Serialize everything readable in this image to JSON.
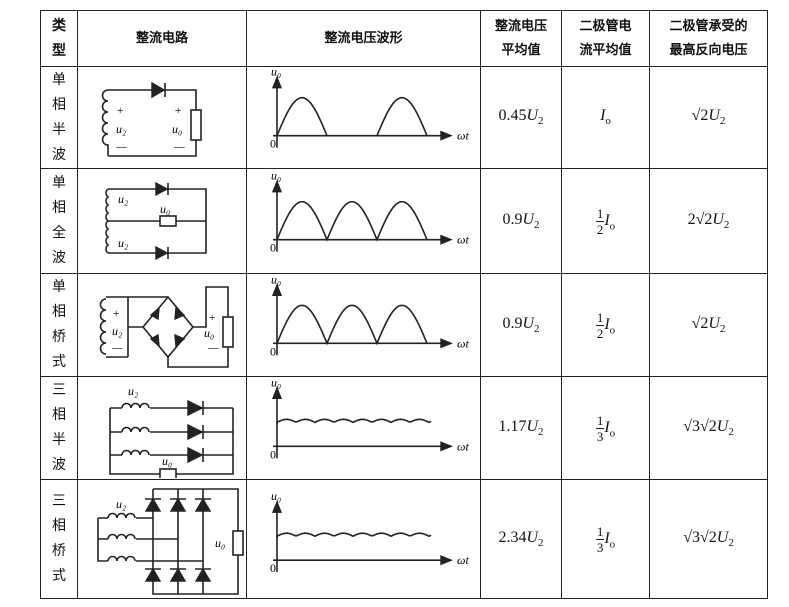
{
  "header": {
    "type": "类型",
    "circuit": "整流电路",
    "waveform": "整流电压波形",
    "avg_voltage": [
      "整流电压",
      "平均值"
    ],
    "diode_current": [
      "二极管电",
      "流平均值"
    ],
    "max_reverse": [
      "二极管承受的",
      "最高反向电压"
    ]
  },
  "waveform_labels": {
    "y": "u₀",
    "x": "ωt",
    "origin": "0"
  },
  "circuit_labels": {
    "u2": "u₂",
    "u0": "u₀",
    "plus": "+",
    "minus": "—"
  },
  "rows": [
    {
      "type": "单相半波",
      "waveform": "half-wave",
      "avg": {
        "coef": "0.45",
        "var": "U",
        "sub": "2"
      },
      "current": {
        "num": "",
        "den": "",
        "var": "I",
        "sub": "o"
      },
      "reverse": {
        "root3": "",
        "coef": "",
        "sub": "2"
      }
    },
    {
      "type": "单相全波",
      "waveform": "full-wave",
      "avg": {
        "coef": "0.9",
        "var": "U",
        "sub": "2"
      },
      "current": {
        "num": "1",
        "den": "2",
        "var": "I",
        "sub": "o"
      },
      "reverse": {
        "root3": "",
        "coef": "2",
        "sub": "2"
      }
    },
    {
      "type": "单相桥式",
      "waveform": "full-wave",
      "avg": {
        "coef": "0.9",
        "var": "U",
        "sub": "2"
      },
      "current": {
        "num": "1",
        "den": "2",
        "var": "I",
        "sub": "o"
      },
      "reverse": {
        "root3": "",
        "coef": "",
        "sub": "2"
      }
    },
    {
      "type": "三相半波",
      "waveform": "ripple",
      "avg": {
        "coef": "1.17",
        "var": "U",
        "sub": "2"
      },
      "current": {
        "num": "1",
        "den": "3",
        "var": "I",
        "sub": "o"
      },
      "reverse": {
        "root3": "√3",
        "coef": "",
        "sub": "2"
      }
    },
    {
      "type": "三相桥式",
      "waveform": "ripple",
      "avg": {
        "coef": "2.34",
        "var": "U",
        "sub": "2"
      },
      "current": {
        "num": "1",
        "den": "3",
        "var": "I",
        "sub": "o"
      },
      "reverse": {
        "root3": "√3",
        "coef": "",
        "sub": "2"
      }
    }
  ]
}
